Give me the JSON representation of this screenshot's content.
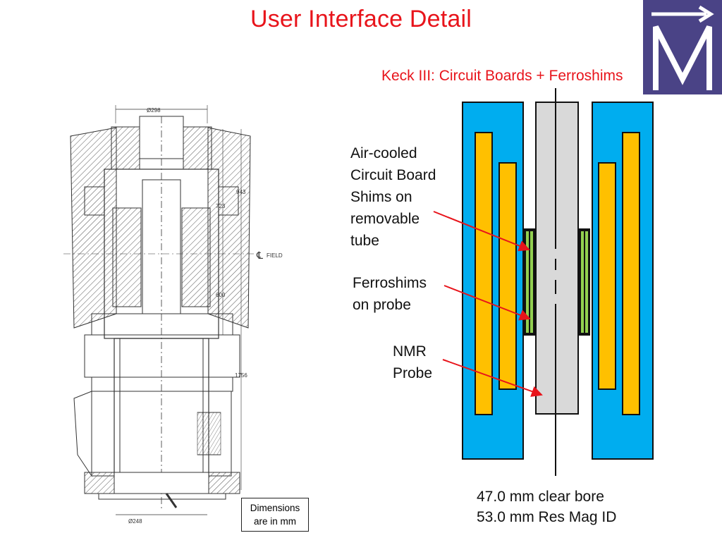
{
  "title": "User Interface Detail",
  "subtitle": "Keck III: Circuit Boards + Ferroshims",
  "labels": {
    "air_cooled": [
      "Air-cooled",
      "Circuit Board",
      "Shims on",
      "removable",
      "tube"
    ],
    "ferroshims": [
      "Ferroshims",
      "on probe"
    ],
    "nmr_probe": [
      "NMR",
      "Probe"
    ]
  },
  "bore": {
    "line1": "47.0 mm clear bore",
    "line2": "53.0 mm Res Mag ID"
  },
  "drawing": {
    "dim_top": "Ø298",
    "dim_bottom": "Ø248",
    "dim_943": "943",
    "dim_723": "723",
    "dim_600": "600",
    "dim_1756": "1756",
    "centerline": "FIELD",
    "note_line1": "Dimensions",
    "note_line2": "are in mm"
  },
  "colors": {
    "title": "#e8141b",
    "logo_bg": "#4a4386",
    "magnet": "#00adef",
    "coil": "#ffc000",
    "shim": "#92d050",
    "probe": "#d9d9d9",
    "arrow": "#e8141b"
  },
  "icons": {
    "logo": "M-logo"
  }
}
